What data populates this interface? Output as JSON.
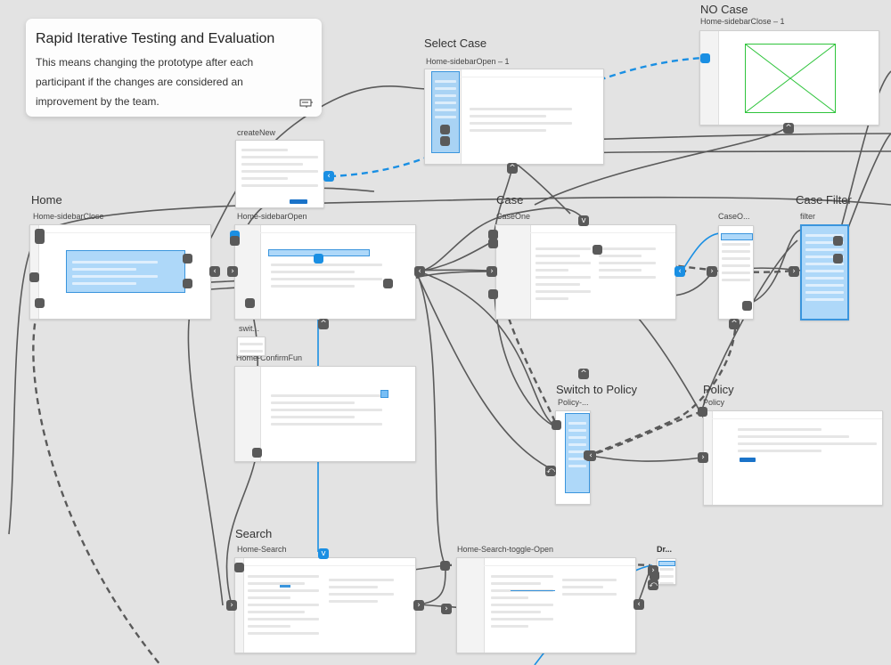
{
  "note": {
    "title": "Rapid Iterative Testing and Evaluation",
    "body": "This means changing the prototype after each participant if the changes are considered an improvement by the team.",
    "icon": "comment-icon"
  },
  "groups": {
    "home": "Home",
    "select_case": "Select Case",
    "no_case": "NO Case",
    "case": "Case",
    "case_filter": "Case Filter",
    "switch_to_policy": "Switch to Policy",
    "policy": "Policy",
    "search": "Search",
    "dr": "Dr..."
  },
  "frames": {
    "home_sidebar_close": "Home-sidebarClose",
    "home_sidebar_open": "Home-sidebarOpen",
    "home_sidebar_open_1": "Home-sidebarOpen – 1",
    "home_sidebar_close_1": "Home-sidebarClose – 1",
    "create_new": "createNew",
    "case_one": "CaseOne",
    "case_o": "CaseO...",
    "filter": "filter",
    "switch_c": "swit...",
    "home_confirm_fun": "Home-ConfirmFun",
    "policy_dots": "Policy-...",
    "policy": "Policy",
    "home_search": "Home-Search",
    "home_search_toggle_open": "Home-Search-toggle-Open"
  },
  "colors": {
    "canvas": "#e3e3e3",
    "wire": "#5a5a5a",
    "accent": "#1a8fe3",
    "selection": "#78bef5",
    "placeholder": "#2fc43c"
  }
}
